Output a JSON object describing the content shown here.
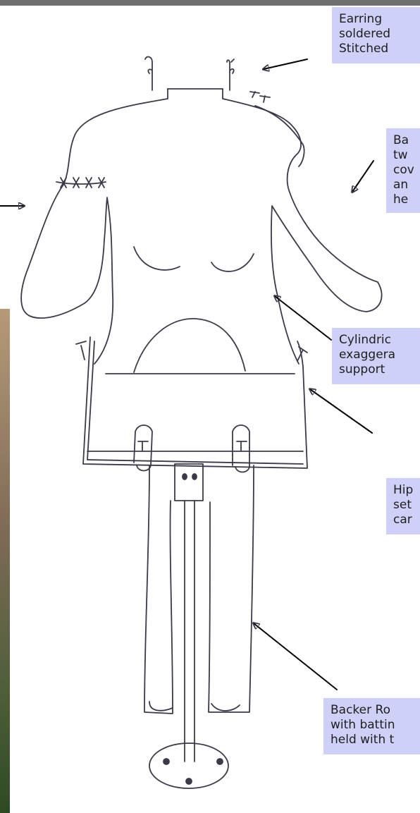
{
  "callouts": {
    "earring": [
      "Earring",
      "soldered",
      "Stitched"
    ],
    "arm": [
      "Ba",
      "tw",
      "cov",
      "an",
      "he"
    ],
    "torso": [
      "Cylindric",
      "exaggera",
      "support"
    ],
    "hip": [
      "Hip",
      "set",
      "car"
    ],
    "legs": [
      "Backer Ro",
      "with battin",
      "held with t"
    ]
  },
  "colors": {
    "callout_bg": "#cfd0f8",
    "top_bar": "#6f6f6f",
    "ink": "#3a3a4a"
  }
}
